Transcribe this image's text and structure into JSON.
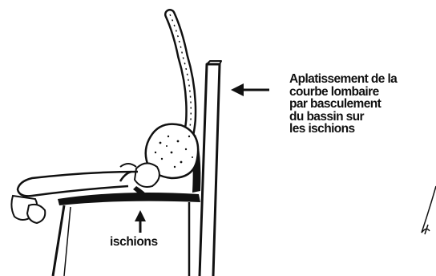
{
  "annotation": {
    "lines": [
      "Aplatissement de la",
      "courbe lombaire",
      "par basculement",
      "du bassin sur",
      "les ischions"
    ]
  },
  "labels": {
    "ischions": "ischions"
  },
  "colors": {
    "ink": "#111111",
    "background": "#ffffff"
  }
}
